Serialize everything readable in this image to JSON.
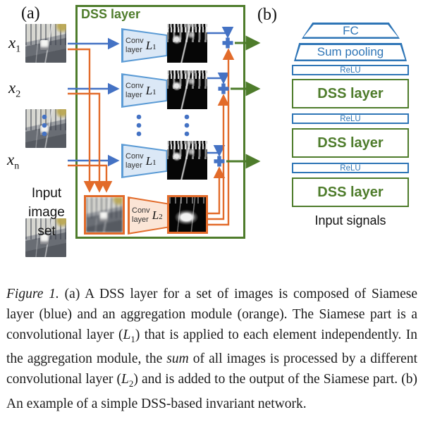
{
  "figure": {
    "panel_a": {
      "label": "(a)",
      "dss_box_title": "DSS layer",
      "inputs": [
        {
          "var": "x",
          "sub": "1"
        },
        {
          "var": "x",
          "sub": "2"
        },
        {
          "var": "x",
          "sub": "n"
        }
      ],
      "input_set_label": "Input image set",
      "siamese_conv": {
        "word1": "Conv",
        "word2": "layer",
        "var": "L",
        "sub": "1"
      },
      "aggregation_conv": {
        "word1": "Conv",
        "word2": "layer",
        "var": "L",
        "sub": "2"
      }
    },
    "panel_b": {
      "label": "(b)",
      "layers": [
        "FC",
        "Sum pooling",
        "ReLU",
        "DSS layer",
        "ReLU",
        "DSS layer",
        "ReLU",
        "DSS layer"
      ],
      "bottom_label": "Input signals"
    },
    "colors": {
      "green": "#4e7c2b",
      "arrow_blue": "#4472c4",
      "siamese_border_blue": "#5b9bd5",
      "siamese_fill_blue": "#dbe8f6",
      "panel_b_blue": "#2e75b6",
      "orange": "#e26b2a",
      "aggregation_fill": "#fbe5d6"
    }
  },
  "caption": {
    "figure_label": "Figure 1.",
    "part1": " (a) A DSS layer for a set of images is composed of Siamese layer (blue) and an aggregation module (orange).  The Siamese part is a convolutional layer (",
    "l1_var": "L",
    "l1_sub": "1",
    "part2": ") that is applied to each element independently. In the aggregation module, the ",
    "sum_word": "sum",
    "part3": " of all images is processed by a different convolutional layer (",
    "l2_var": "L",
    "l2_sub": "2",
    "part4": ") and is added to the output of the Siamese part. (b) An example of a simple DSS-based invariant network."
  }
}
